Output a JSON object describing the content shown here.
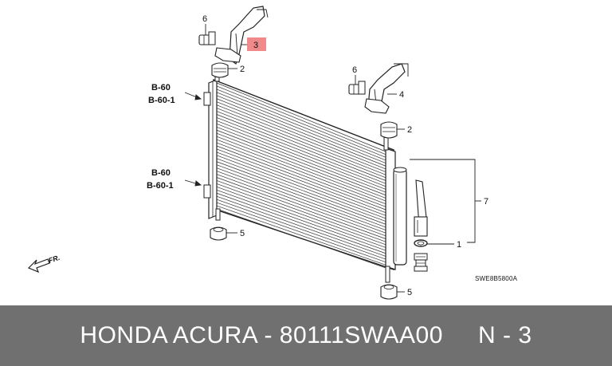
{
  "diagram": {
    "callouts": {
      "bolt_left": "6",
      "bracket_left": "3",
      "cushion_upper_left": "2",
      "bolt_right": "6",
      "bracket_right": "4",
      "cushion_upper_right": "2",
      "cushion_lower_left": "5",
      "receiver_group": "7",
      "receiver_parts": "1",
      "cushion_lower_right": "5"
    },
    "references": {
      "upper": {
        "line1": "B-60",
        "line2": "B-60-1"
      },
      "lower": {
        "line1": "B-60",
        "line2": "B-60-1"
      }
    },
    "direction_label": "FR.",
    "diagram_code": "SWE8B5800A",
    "colors": {
      "highlight": "#f08a8a",
      "line": "#222222",
      "footer_bg": "#707070",
      "footer_text": "#ffffff"
    }
  },
  "footer": {
    "text": "HONDA ACURA - 80111SWAA00     N - 3"
  }
}
